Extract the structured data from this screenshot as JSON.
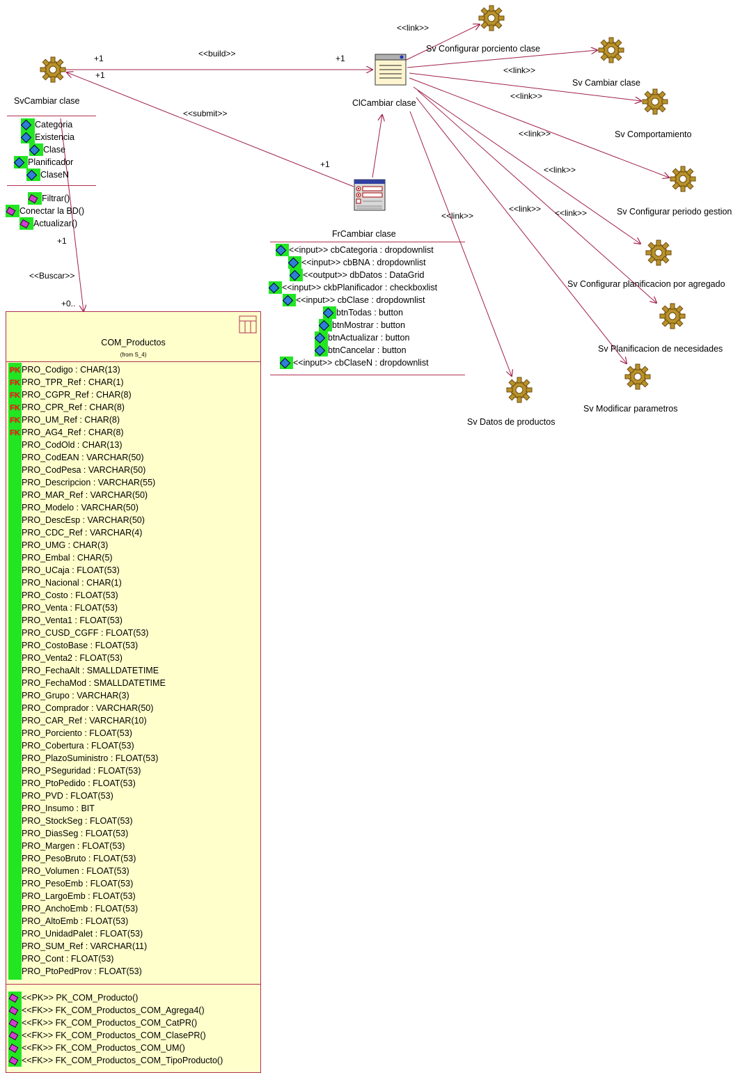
{
  "sv_cambiar": {
    "name": "SvCambiar clase",
    "attributes": [
      "Categoria",
      "Existencia",
      "Clase",
      "Planificador",
      "ClaseN"
    ],
    "operations": [
      "Filtrar()",
      "Conectar la BD()",
      "Actualizar()"
    ]
  },
  "cl_cambiar": {
    "name": "ClCambiar clase"
  },
  "fr_cambiar": {
    "name": "FrCambiar clase",
    "attributes": [
      "<<input>> cbCategoria : dropdownlist",
      "<<input>> cbBNA : dropdownlist",
      "<<output>> dbDatos : DataGrid",
      "<<input>> ckbPlanificador : checkboxlist",
      "<<input>> cbClase : dropdownlist",
      "btnTodas : button",
      "btnMostrar : button",
      "btnActualizar : button",
      "btnCancelar : button",
      "<<input>> cbClaseN : dropdownlist"
    ]
  },
  "servers": [
    {
      "name": "Sv Configurar porciento clase"
    },
    {
      "name": "Sv Cambiar clase"
    },
    {
      "name": "Sv Comportamiento"
    },
    {
      "name": "Sv Configurar periodo gestion"
    },
    {
      "name": "Sv Configurar planificacion por agregado"
    },
    {
      "name": "Sv Planificacion de necesidades"
    },
    {
      "name": "Sv Modificar parametros"
    },
    {
      "name": "Sv Datos de productos"
    }
  ],
  "relations": {
    "build": "<<build>>",
    "submit": "<<submit>>",
    "buscar": "<<Buscar>>",
    "link": "<<link>>",
    "mult_plus1": "+1",
    "mult_0n": "+0.."
  },
  "table": {
    "name": "COM_Productos",
    "from": "(from S_4)",
    "columns": [
      {
        "key": "PK",
        "text": "PRO_Codigo : CHAR(13)"
      },
      {
        "key": "FK",
        "text": "PRO_TPR_Ref : CHAR(1)"
      },
      {
        "key": "FK",
        "text": "PRO_CGPR_Ref : CHAR(8)"
      },
      {
        "key": "FK",
        "text": "PRO_CPR_Ref : CHAR(8)"
      },
      {
        "key": "FK",
        "text": "PRO_UM_Ref : CHAR(8)"
      },
      {
        "key": "FK",
        "text": "PRO_AG4_Ref : CHAR(8)"
      },
      {
        "key": "",
        "text": "PRO_CodOld : CHAR(13)"
      },
      {
        "key": "",
        "text": "PRO_CodEAN : VARCHAR(50)"
      },
      {
        "key": "",
        "text": "PRO_CodPesa : VARCHAR(50)"
      },
      {
        "key": "",
        "text": "PRO_Descripcion : VARCHAR(55)"
      },
      {
        "key": "",
        "text": "PRO_MAR_Ref : VARCHAR(50)"
      },
      {
        "key": "",
        "text": "PRO_Modelo : VARCHAR(50)"
      },
      {
        "key": "",
        "text": "PRO_DescEsp : VARCHAR(50)"
      },
      {
        "key": "",
        "text": "PRO_CDC_Ref : VARCHAR(4)"
      },
      {
        "key": "",
        "text": "PRO_UMG : CHAR(3)"
      },
      {
        "key": "",
        "text": "PRO_Embal : CHAR(5)"
      },
      {
        "key": "",
        "text": "PRO_UCaja : FLOAT(53)"
      },
      {
        "key": "",
        "text": "PRO_Nacional : CHAR(1)"
      },
      {
        "key": "",
        "text": "PRO_Costo : FLOAT(53)"
      },
      {
        "key": "",
        "text": "PRO_Venta : FLOAT(53)"
      },
      {
        "key": "",
        "text": "PRO_Venta1 : FLOAT(53)"
      },
      {
        "key": "",
        "text": "PRO_CUSD_CGFF : FLOAT(53)"
      },
      {
        "key": "",
        "text": "PRO_CostoBase : FLOAT(53)"
      },
      {
        "key": "",
        "text": "PRO_Venta2 : FLOAT(53)"
      },
      {
        "key": "",
        "text": "PRO_FechaAlt : SMALLDATETIME"
      },
      {
        "key": "",
        "text": "PRO_FechaMod : SMALLDATETIME"
      },
      {
        "key": "",
        "text": "PRO_Grupo : VARCHAR(3)"
      },
      {
        "key": "",
        "text": "PRO_Comprador : VARCHAR(50)"
      },
      {
        "key": "",
        "text": "PRO_CAR_Ref : VARCHAR(10)"
      },
      {
        "key": "",
        "text": "PRO_Porciento : FLOAT(53)"
      },
      {
        "key": "",
        "text": "PRO_Cobertura : FLOAT(53)"
      },
      {
        "key": "",
        "text": "PRO_PlazoSuministro : FLOAT(53)"
      },
      {
        "key": "",
        "text": "PRO_PSeguridad : FLOAT(53)"
      },
      {
        "key": "",
        "text": "PRO_PtoPedido : FLOAT(53)"
      },
      {
        "key": "",
        "text": "PRO_PVD : FLOAT(53)"
      },
      {
        "key": "",
        "text": "PRO_Insumo : BIT"
      },
      {
        "key": "",
        "text": "PRO_StockSeg : FLOAT(53)"
      },
      {
        "key": "",
        "text": "PRO_DiasSeg : FLOAT(53)"
      },
      {
        "key": "",
        "text": "PRO_Margen : FLOAT(53)"
      },
      {
        "key": "",
        "text": "PRO_PesoBruto : FLOAT(53)"
      },
      {
        "key": "",
        "text": "PRO_Volumen : FLOAT(53)"
      },
      {
        "key": "",
        "text": "PRO_PesoEmb : FLOAT(53)"
      },
      {
        "key": "",
        "text": "PRO_LargoEmb : FLOAT(53)"
      },
      {
        "key": "",
        "text": "PRO_AnchoEmb : FLOAT(53)"
      },
      {
        "key": "",
        "text": "PRO_AltoEmb : FLOAT(53)"
      },
      {
        "key": "",
        "text": "PRO_UnidadPalet : FLOAT(53)"
      },
      {
        "key": "",
        "text": "PRO_SUM_Ref : VARCHAR(11)"
      },
      {
        "key": "",
        "text": "PRO_Cont : FLOAT(53)"
      },
      {
        "key": "",
        "text": "PRO_PtoPedProv : FLOAT(53)"
      }
    ],
    "operations": [
      "<<PK>> PK_COM_Producto()",
      "<<FK>> FK_COM_Productos_COM_Agrega4()",
      "<<FK>> FK_COM_Productos_COM_CatPR()",
      "<<FK>> FK_COM_Productos_COM_ClasePR()",
      "<<FK>> FK_COM_Productos_COM_UM()",
      "<<FK>> FK_COM_Productos_COM_TipoProducto()"
    ]
  }
}
